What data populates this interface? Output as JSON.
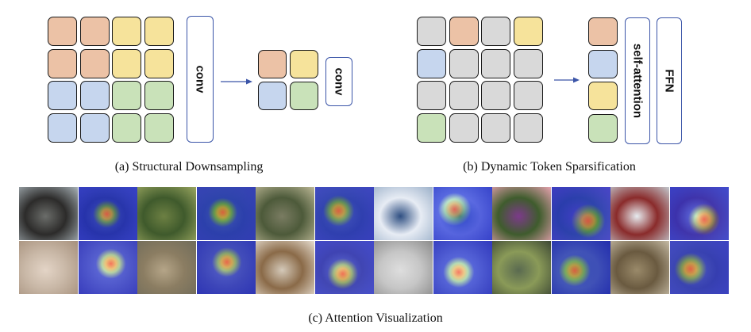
{
  "colors": {
    "orange": "#ecc2a6",
    "yellow": "#f6e39b",
    "blue": "#c6d6ee",
    "green": "#c9e2b9",
    "gray": "#d9d9d9",
    "accent": "#3b55a8"
  },
  "panel_a": {
    "conv_big_label": "conv",
    "conv_small_label": "conv",
    "caption": "(a) Structural Downsampling"
  },
  "panel_b": {
    "self_attention_label": "self-attention",
    "ffn_label": "FFN",
    "caption": "(b) Dynamic Token Sparsification"
  },
  "panel_c": {
    "caption": "(c) Attention Visualization"
  }
}
